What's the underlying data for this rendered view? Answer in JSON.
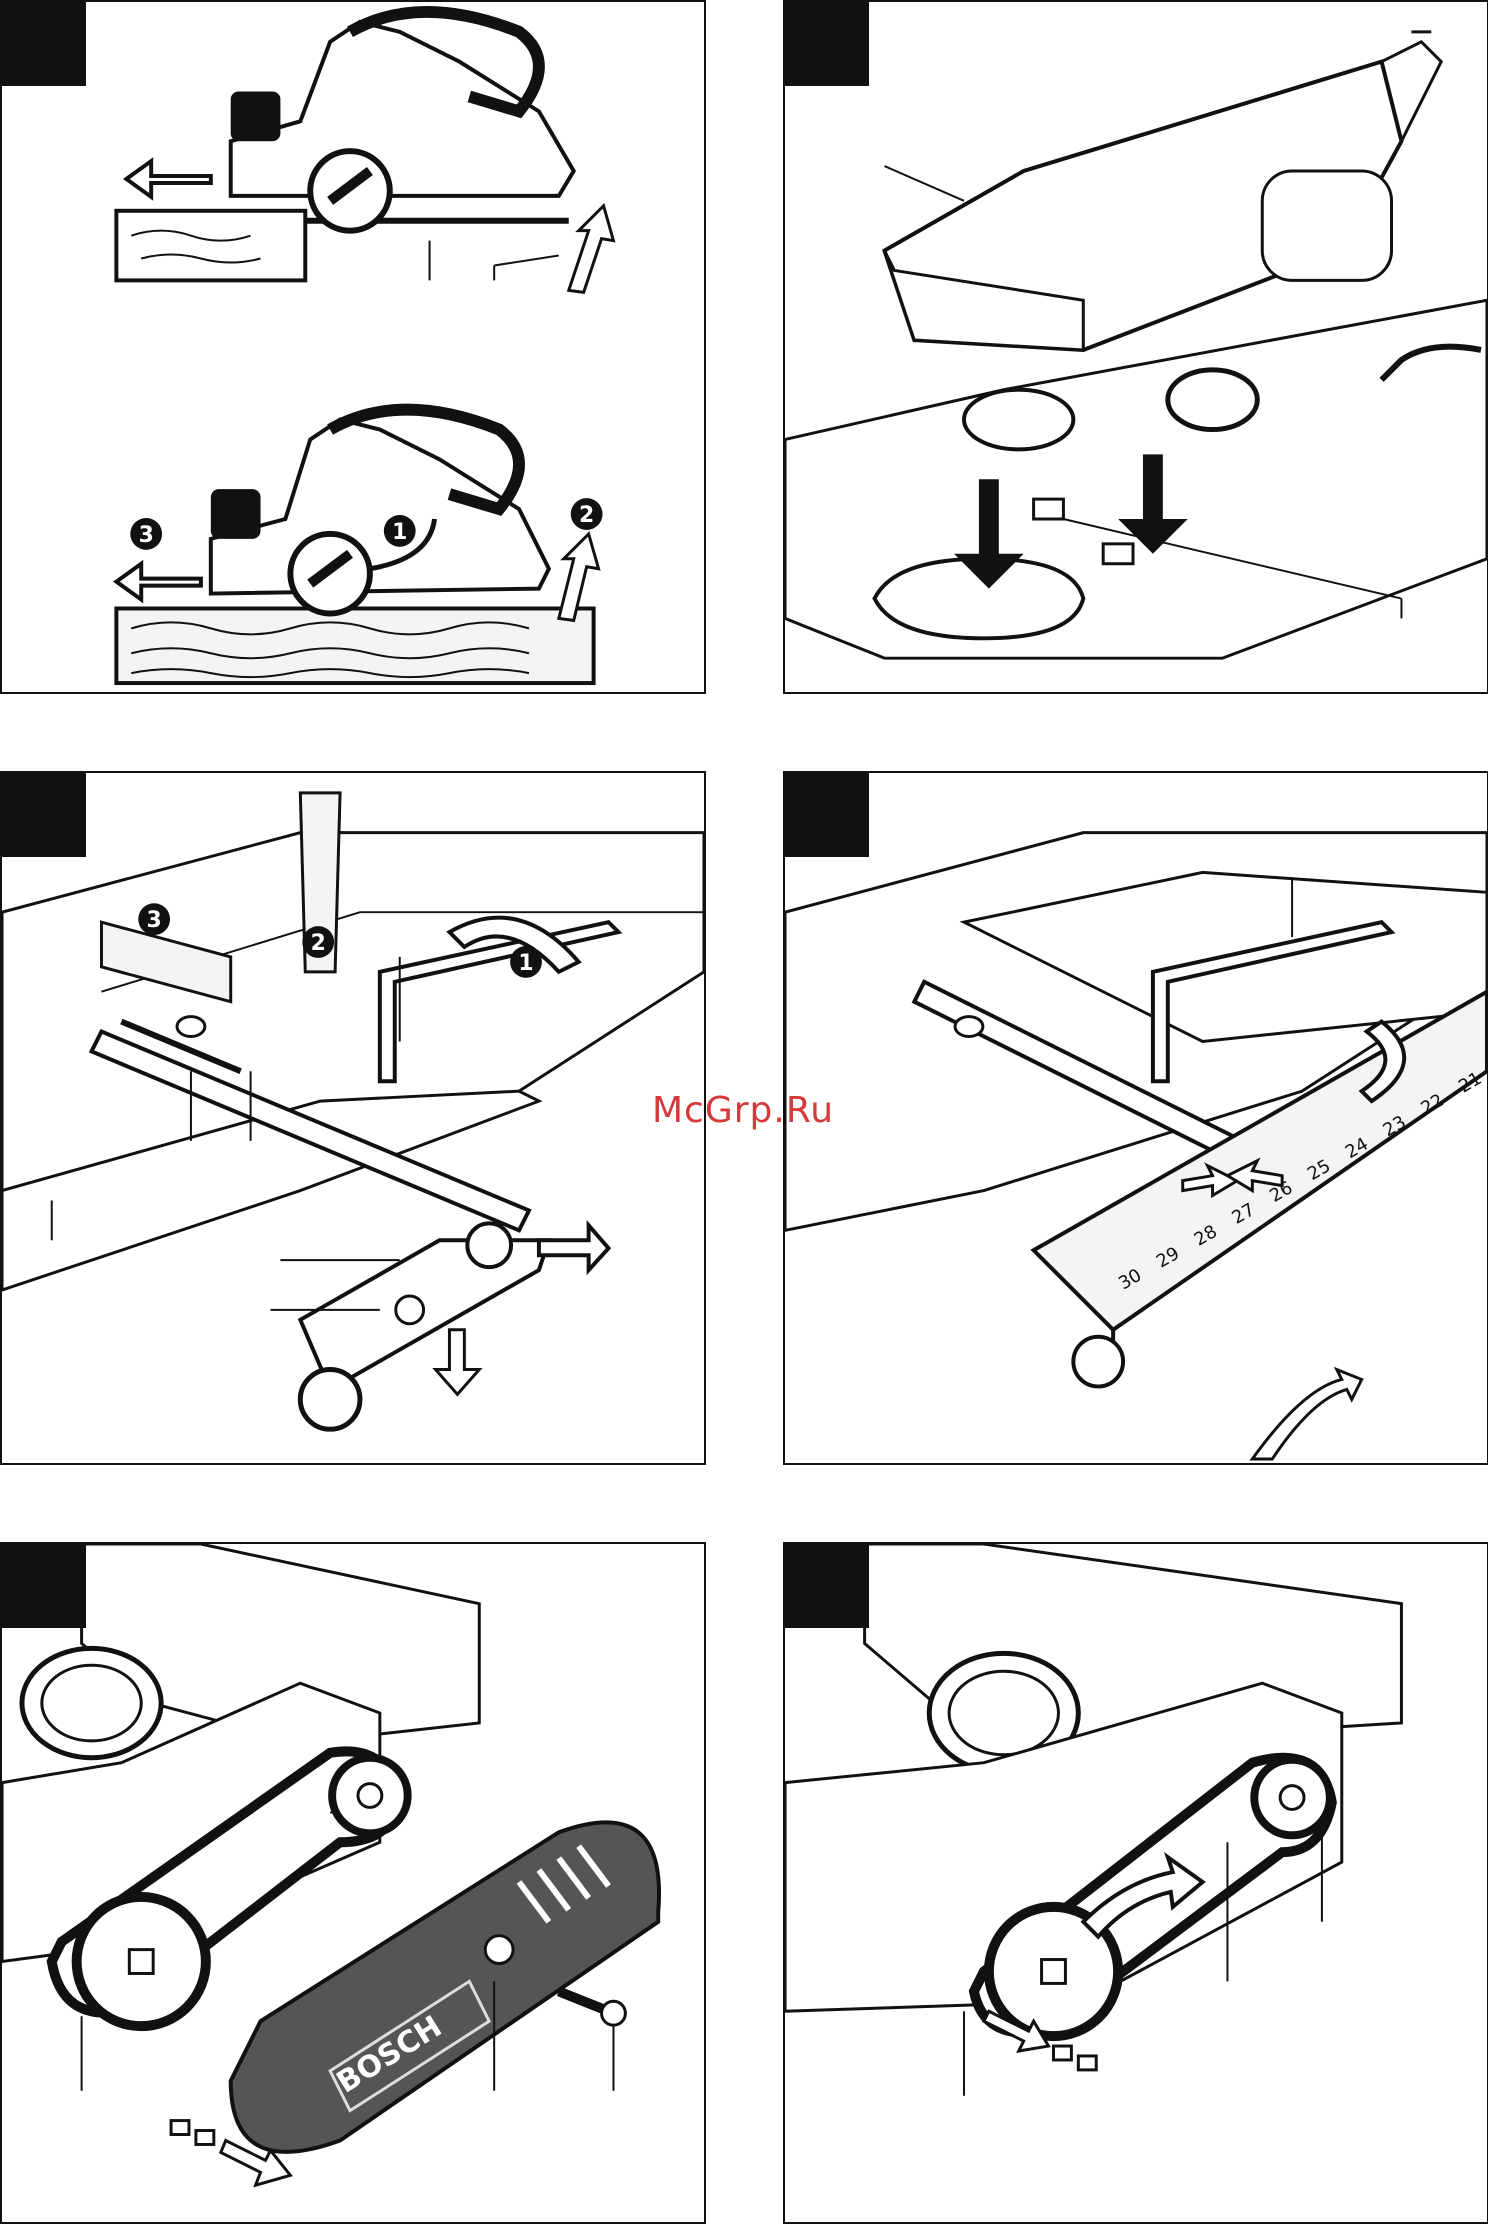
{
  "watermark": "McGrp.Ru",
  "panels": [
    {
      "step_markers": [],
      "callouts": []
    },
    {
      "step_markers": [],
      "callouts": []
    },
    {
      "step_markers": [
        "1",
        "2",
        "3"
      ],
      "callouts": []
    },
    {
      "step_markers": [],
      "callouts": []
    },
    {
      "step_markers": [],
      "callouts": [],
      "brand": "BOSCH"
    },
    {
      "step_markers": [],
      "callouts": []
    }
  ],
  "planer_steps": {
    "one": "1",
    "two": "2",
    "three": "3"
  },
  "ruler_marks": [
    "30",
    "29",
    "28",
    "27",
    "26",
    "25",
    "24",
    "23",
    "22",
    "21"
  ],
  "colors": {
    "ink": "#111111",
    "wood": "#f4f4f4",
    "cover": "#555555",
    "watermark": "#d43a3a"
  }
}
